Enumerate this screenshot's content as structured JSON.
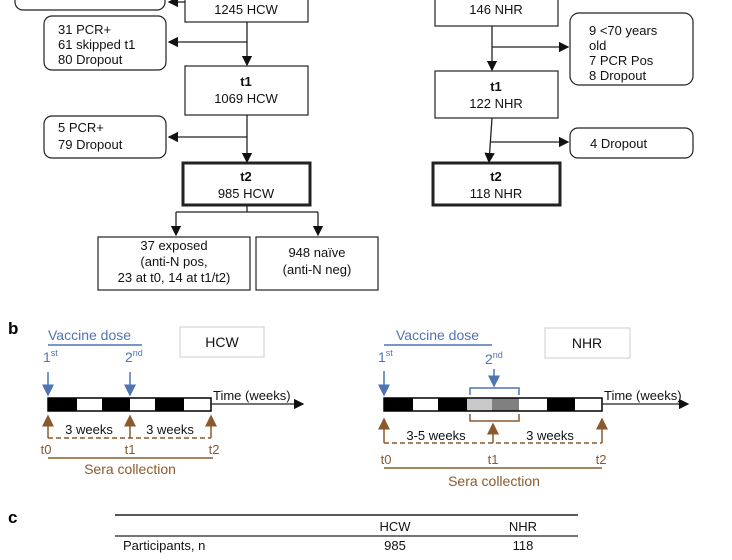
{
  "colors": {
    "vaccine": "#4f74b3",
    "sera": "#8a5a2e",
    "bar_dark": "#000000",
    "bar_light_gray": "#c8c8c8",
    "bar_dark_gray": "#808080"
  },
  "panel_a": {
    "hcw": {
      "t0_box": "1245 HCW",
      "excl1": [
        "31 PCR+",
        "61 skipped t1",
        "80 Dropout"
      ],
      "t1_title": "t1",
      "t1_count": "1069 HCW",
      "excl2": [
        "5 PCR+",
        "79 Dropout"
      ],
      "t2_title": "t2",
      "t2_count": "985 HCW",
      "exposed": [
        "37 exposed",
        "(anti-N pos,",
        "23 at t0, 14 at t1/t2)"
      ],
      "naive": [
        "948 naïve",
        "(anti-N neg)"
      ]
    },
    "nhr": {
      "t0_box": "146 NHR",
      "excl1": [
        "9 <70 years",
        "old",
        "7 PCR Pos",
        "8 Dropout"
      ],
      "t1_title": "t1",
      "t1_count": "122 NHR",
      "excl2": "4 Dropout",
      "t2_title": "t2",
      "t2_count": "118 NHR"
    }
  },
  "panel_b": {
    "label": "b",
    "hcw": {
      "vaccine_dose": "Vaccine dose",
      "group": "HCW",
      "dose1": "1",
      "dose1_sup": "st",
      "dose2": "2",
      "dose2_sup": "nd",
      "time": "Time (weeks)",
      "interval1": "3 weeks",
      "interval2": "3 weeks",
      "t0": "t0",
      "t1": "t1",
      "t2": "t2",
      "sera": "Sera collection"
    },
    "nhr": {
      "vaccine_dose": "Vaccine dose",
      "group": "NHR",
      "dose1": "1",
      "dose1_sup": "st",
      "dose2": "2",
      "dose2_sup": "nd",
      "time": "Time (weeks)",
      "interval1": "3-5 weeks",
      "interval2": "3 weeks",
      "t0": "t0",
      "t1": "t1",
      "t2": "t2",
      "sera": "Sera collection"
    }
  },
  "panel_c": {
    "label": "c",
    "columns": [
      "",
      "HCW",
      "NHR"
    ],
    "rows": [
      [
        "Participants, n",
        "985",
        "118"
      ]
    ]
  }
}
